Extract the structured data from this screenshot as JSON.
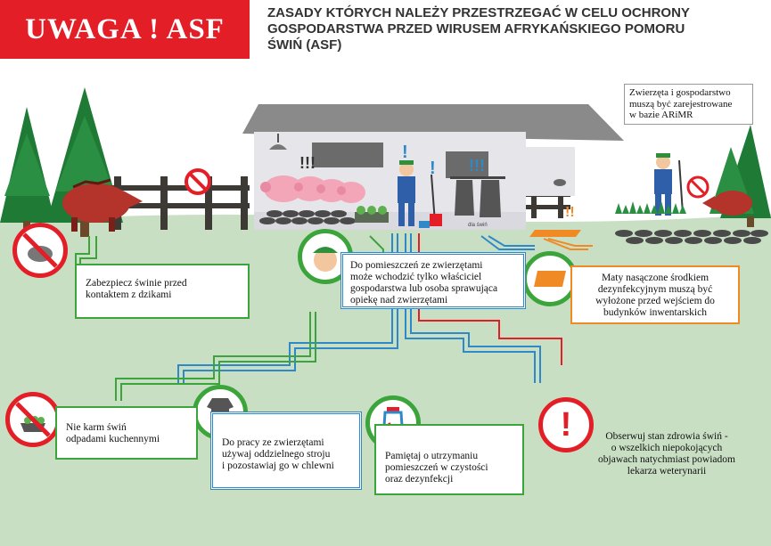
{
  "banner": {
    "title": "UWAGA ! ASF"
  },
  "headline": {
    "lines": [
      "ZASADY KTÓRYCH NALEŻY PRZESTRZEGAĆ W CELU OCHRONY",
      "GOSPODARSTWA PRZED WIRUSEM AFRYKAŃSKIEGO POMORU",
      "ŚWIŃ (ASF)"
    ]
  },
  "registration_note": {
    "lines": [
      "Zwierzęta i gospodarstwo",
      "muszą być zarejestrowane",
      "w bazie ARiMR"
    ]
  },
  "exclamations": {
    "pigs": "!!!",
    "farmer": "!",
    "tool": "!",
    "clothes": "!!!",
    "mat": "!!",
    "warning": "!"
  },
  "shed_sign": "dla świń",
  "rules": [
    {
      "lines": [
        "Zabezpiecz świnie przed",
        "kontaktem z dzikami"
      ]
    },
    {
      "lines": [
        "Do pomieszczeń ze zwierzętami",
        "może wchodzić tylko właściciel",
        "gospodarstwa lub osoba sprawująca",
        "opiekę nad zwierzętami"
      ]
    },
    {
      "lines": [
        "Maty nasączone środkiem",
        "dezynfekcyjnym muszą być",
        "wyłożone przed wejściem do",
        "budynków inwentarskich"
      ]
    },
    {
      "lines": [
        "Nie karm świń",
        "odpadami kuchennymi"
      ]
    },
    {
      "lines": [
        "Do pracy ze zwierzętami",
        "używaj oddzielnego stroju",
        "i pozostawiaj go w chlewni"
      ]
    },
    {
      "lines": [
        "Pamiętaj o utrzymaniu",
        "pomieszczeń w czystości",
        "oraz dezynfekcji"
      ]
    },
    {
      "lines": [
        "Obserwuj stan zdrowia świń -",
        "o wszelkich niepokojących",
        "objawach natychmiast powiadom",
        "lekarza weterynarii"
      ]
    }
  ],
  "icons": {
    "no-boar": "no-wild-boar-icon",
    "no-food": "no-kitchen-waste-icon",
    "farmer": "farmer-face-icon",
    "clothes": "work-clothes-icon",
    "spray": "disinfectant-spray-icon",
    "mat": "disinfection-mat-icon",
    "warning": "exclamation-warning-icon"
  },
  "colors": {
    "red": "#e41e26",
    "green": "#3ba43b",
    "blue": "#2f89c9",
    "orange": "#f08a24",
    "ground": "#c9dfc4"
  }
}
